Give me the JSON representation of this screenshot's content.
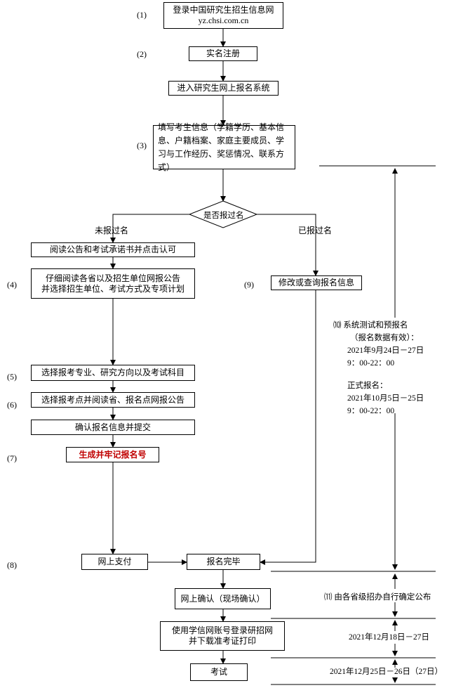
{
  "steps": {
    "s1": "(1)",
    "s2": "(2)",
    "s3": "(3)",
    "s4": "(4)",
    "s5": "(5)",
    "s6": "(6)",
    "s7": "(7)",
    "s8": "(8)",
    "s9": "(9)",
    "s10": "⑽",
    "s11": "⑾"
  },
  "boxes": {
    "login_line1": "登录中国研究生招生信息网",
    "login_line2": "yz.chsi.com.cn",
    "register": "实名注册",
    "enter_system": "进入研究生网上报名系统",
    "fill_info": "填写考生信息（学籍学历、基本信息、户籍档案、家庭主要成员、学习与工作经历、奖惩情况、联系方式）",
    "decision": "是否报过名",
    "read_notice": "阅读公告和考试承诺书并点击认可",
    "read_carefully_line1": "仔细阅读各省以及招生单位网报公告",
    "read_carefully_line2": "并选择招生单位、考试方式及专项计划",
    "choose_major": "选择报考专业、研究方向以及考试科目",
    "choose_site": "选择报考点并阅读省、报名点网报公告",
    "confirm_submit": "确认报名信息并提交",
    "generate_number": "生成并牢记报名号",
    "pay_online": "网上支付",
    "complete": "报名完毕",
    "modify": "修改或查询报名信息",
    "online_confirm": "网上确认（现场确认）",
    "print_line1": "使用学信网账号登录研招网",
    "print_line2": "并下载准考证打印",
    "exam": "考试"
  },
  "branches": {
    "no": "未报过名",
    "yes": "已报过名"
  },
  "timeline": {
    "trial_title": "系统测试和预报名",
    "trial_note": "（报名数据有效）：",
    "trial_dates": "2021年9月24日－27日",
    "trial_time": "9：00-22：00",
    "formal_title": "正式报名：",
    "formal_dates": "2021年10月5日－25日",
    "formal_time": "9：00-22：00",
    "provincial": "由各省级招办自行确定公布",
    "print_dates": "2021年12月18日－27日",
    "exam_dates": "2021年12月25日－26日（27日）"
  }
}
